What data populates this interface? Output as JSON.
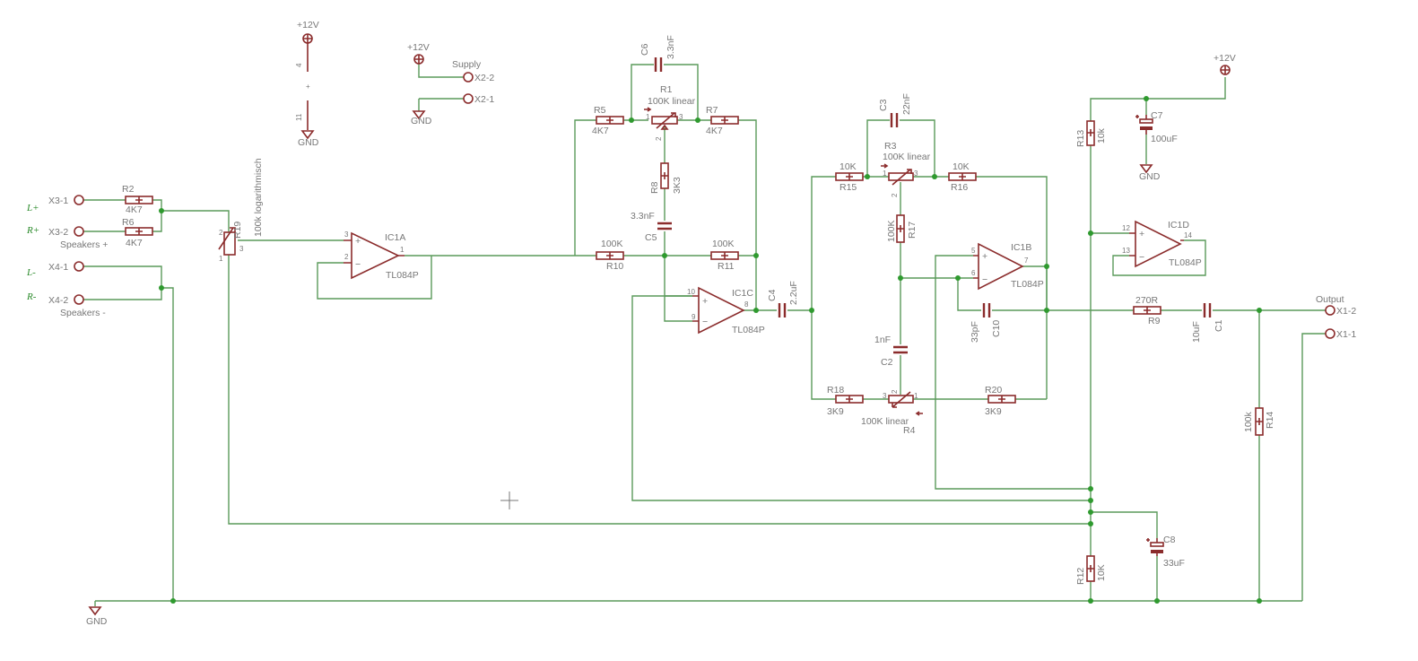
{
  "power_labels": {
    "vcc1": "+12V",
    "vcc2": "+12V",
    "vcc3": "+12V",
    "gnd_supply": "GND",
    "gnd_ic": "GND",
    "gnd_c7": "GND",
    "gnd_main": "GND",
    "ic_pin4": "4",
    "ic_pin11": "11",
    "ic_mid": "+",
    "supply": "Supply",
    "x2_2": "X2-2",
    "x2_1": "X2-1"
  },
  "inputs": {
    "x3_1": "X3-1",
    "x3_2": "X3-2",
    "x4_1": "X4-1",
    "x4_2": "X4-2",
    "speakers_plus": "Speakers +",
    "speakers_minus": "Speakers -",
    "l_plus": "L+",
    "r_plus": "R+",
    "l_minus": "L-",
    "r_minus": "R-"
  },
  "output": {
    "label": "Output",
    "x1_2": "X1-2",
    "x1_1": "X1-1"
  },
  "parts": {
    "r2": {
      "name": "R2",
      "value": "4K7"
    },
    "r6": {
      "name": "R6",
      "value": "4K7"
    },
    "r19": {
      "name": "R19",
      "value": "100k logarithmisch",
      "p1": "1",
      "p2": "2",
      "p3": "3"
    },
    "ic1a": {
      "name": "IC1A",
      "value": "TL084P",
      "p_in_plus": "3",
      "p_in_minus": "2",
      "p_out": "1"
    },
    "r5": {
      "name": "R5",
      "value": "4K7"
    },
    "r7": {
      "name": "R7",
      "value": "4K7"
    },
    "c6": {
      "name": "C6",
      "value": "3.3nF"
    },
    "r1": {
      "name": "R1",
      "value": "100K linear",
      "p1": "1",
      "p2": "2",
      "p3": "3"
    },
    "r8": {
      "name": "R8",
      "value": "3K3"
    },
    "c5": {
      "name": "C5",
      "value": "3.3nF"
    },
    "r10": {
      "name": "R10",
      "value": "100K"
    },
    "r11": {
      "name": "R11",
      "value": "100K"
    },
    "ic1c": {
      "name": "IC1C",
      "value": "TL084P",
      "p_in_plus": "10",
      "p_in_minus": "9",
      "p_out": "8"
    },
    "c4": {
      "name": "C4",
      "value": "2.2uF"
    },
    "c3": {
      "name": "C3",
      "value": "22nF"
    },
    "r3": {
      "name": "R3",
      "value": "100K linear",
      "p1": "1",
      "p2": "2",
      "p3": "3"
    },
    "r15": {
      "name": "R15",
      "value": "10K"
    },
    "r16": {
      "name": "R16",
      "value": "10K"
    },
    "r17": {
      "name": "R17",
      "value": "100K"
    },
    "c2": {
      "name": "C2",
      "value": "1nF"
    },
    "r18": {
      "name": "R18",
      "value": "3K9"
    },
    "r4": {
      "name": "R4",
      "value": "100K linear",
      "p1": "1",
      "p2": "2",
      "p3": "3"
    },
    "r20": {
      "name": "R20",
      "value": "3K9"
    },
    "ic1b": {
      "name": "IC1B",
      "value": "TL084P",
      "p_in_plus": "5",
      "p_in_minus": "6",
      "p_out": "7"
    },
    "c10": {
      "name": "C10",
      "value": "33pF"
    },
    "r13": {
      "name": "R13",
      "value": "10k"
    },
    "c7": {
      "name": "C7",
      "value": "100uF"
    },
    "ic1d": {
      "name": "IC1D",
      "value": "TL084P",
      "p_in_plus": "12",
      "p_in_minus": "13",
      "p_out": "14"
    },
    "r9": {
      "name": "R9",
      "value": "270R"
    },
    "c1": {
      "name": "C1",
      "value": "10uF"
    },
    "r14": {
      "name": "R14",
      "value": "100k"
    },
    "c8": {
      "name": "C8",
      "value": "33uF"
    },
    "r12": {
      "name": "R12",
      "value": "10K"
    }
  },
  "colors": {
    "wire": "#5a9a5a",
    "junction": "#2f9a2f",
    "component": "#8b2c2c",
    "label": "#777777",
    "connector_label": "#2a8a2a"
  }
}
